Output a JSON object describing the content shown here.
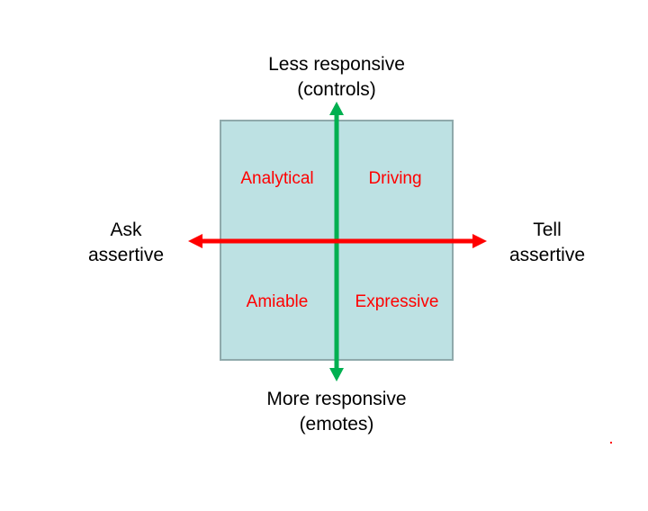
{
  "axes": {
    "top": {
      "line1": "Less responsive",
      "line2": "(controls)"
    },
    "bottom": {
      "line1": "More responsive",
      "line2": "(emotes)"
    },
    "left": {
      "line1": "Ask",
      "line2": "assertive"
    },
    "right": {
      "line1": "Tell",
      "line2": "assertive"
    }
  },
  "quadrants": {
    "top_left": "Analytical",
    "top_right": "Driving",
    "bottom_left": "Amiable",
    "bottom_right": "Expressive"
  },
  "colors": {
    "quadrant_fill": "#bde1e3",
    "quadrant_border": "#8fa9ab",
    "horizontal_arrow": "#ff0000",
    "vertical_arrow": "#00b050",
    "quadrant_text": "#ff0000"
  }
}
